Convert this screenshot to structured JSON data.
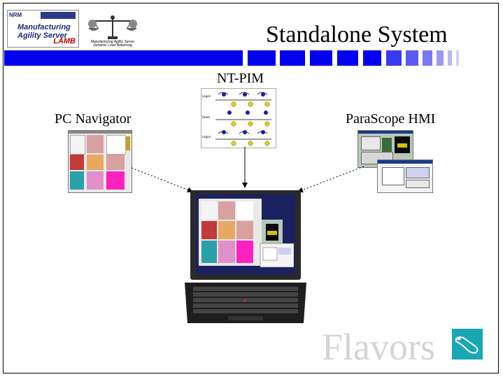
{
  "header": {
    "title": "Standalone System",
    "logo_left": {
      "nrm": "NRM",
      "line1": "Manufacturing",
      "line2": "Agility Server",
      "lamb": "LAMB"
    },
    "logo_right": {
      "caption": "Manufacturing Agility Server Dynamic Load Balancing"
    }
  },
  "labels": {
    "nt_pim": "NT-PIM",
    "pc_navigator": "PC Navigator",
    "parascope_hmi": "ParaScope HMI",
    "flavors": "Flavors"
  },
  "pim": {
    "row_labels": [
      "Logon",
      "Down",
      "Logon"
    ]
  },
  "colors": {
    "accent_blue": "#0000ee",
    "flavors_teal": "#19a7b4",
    "laptop_dark": "#2a2a2a",
    "screen_navy": "#1a2060"
  }
}
